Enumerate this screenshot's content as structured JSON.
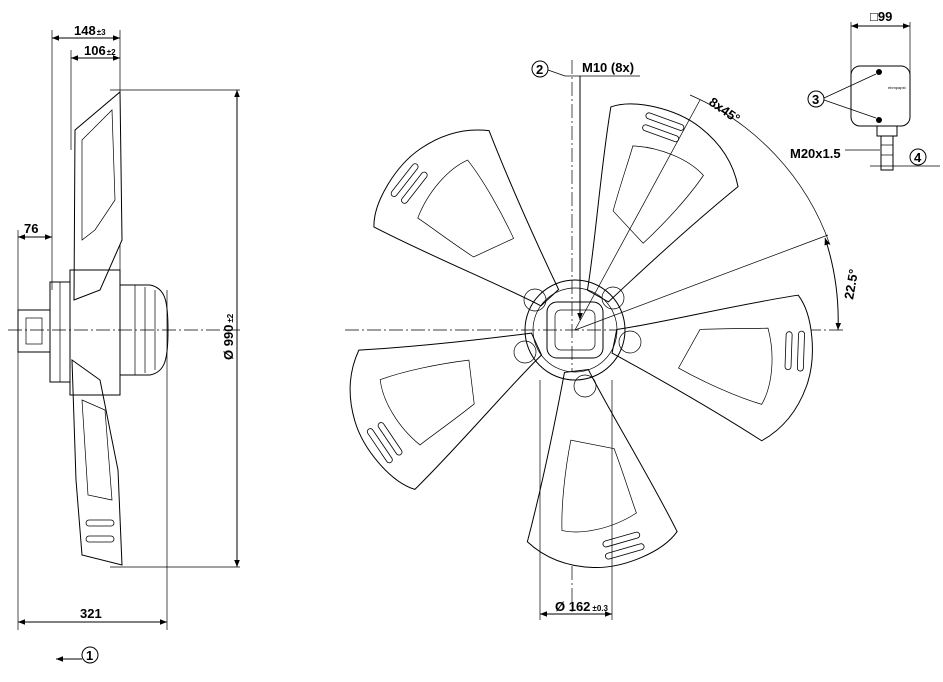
{
  "dimensions": {
    "overall_depth": "148",
    "overall_depth_tol": "±3",
    "blade_depth": "106",
    "blade_depth_tol": "±2",
    "hub_offset": "76",
    "total_width": "321",
    "diameter": "Ø 990",
    "diameter_tol": "±2",
    "hub_bore": "Ø 162",
    "hub_bore_tol": "±0.3",
    "box_size": "□99",
    "thread_mount": "M10 (8x)",
    "angle_pitch": "8x45°",
    "angle_offset": "22.5°",
    "cable_gland": "M20x1.5"
  },
  "callouts": {
    "c1": "1",
    "c2": "2",
    "c3": "3",
    "c4": "4"
  },
  "terminal_box_brand": "ebmpapst"
}
